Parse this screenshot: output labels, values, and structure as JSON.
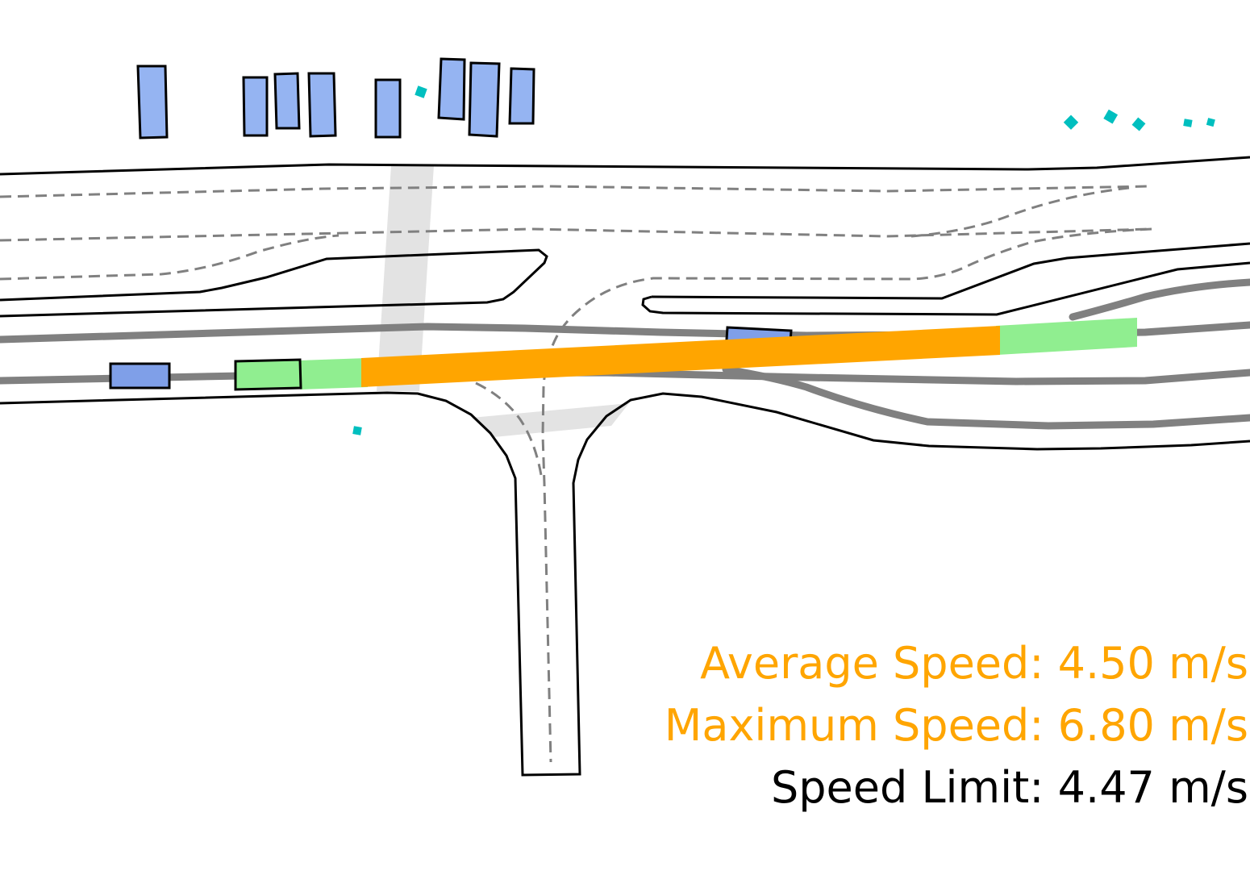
{
  "stats": {
    "average_speed": "Average Speed: 4.50 m/s",
    "maximum_speed": "Maximum Speed: 6.80 m/s",
    "speed_limit": "Speed Limit: 4.47 m/s"
  },
  "colors": {
    "highlight_speed": "#ffa500",
    "normal_speed": "#90ee90",
    "vehicle": "#7f9fe8",
    "parked_vehicle": "#95b4f2",
    "pedestrian": "#00bfbf",
    "lane_centerline": "#808080",
    "road_boundary": "#000000",
    "crosswalk": "#e3e3e3",
    "speed_limit_text": "#000000"
  }
}
